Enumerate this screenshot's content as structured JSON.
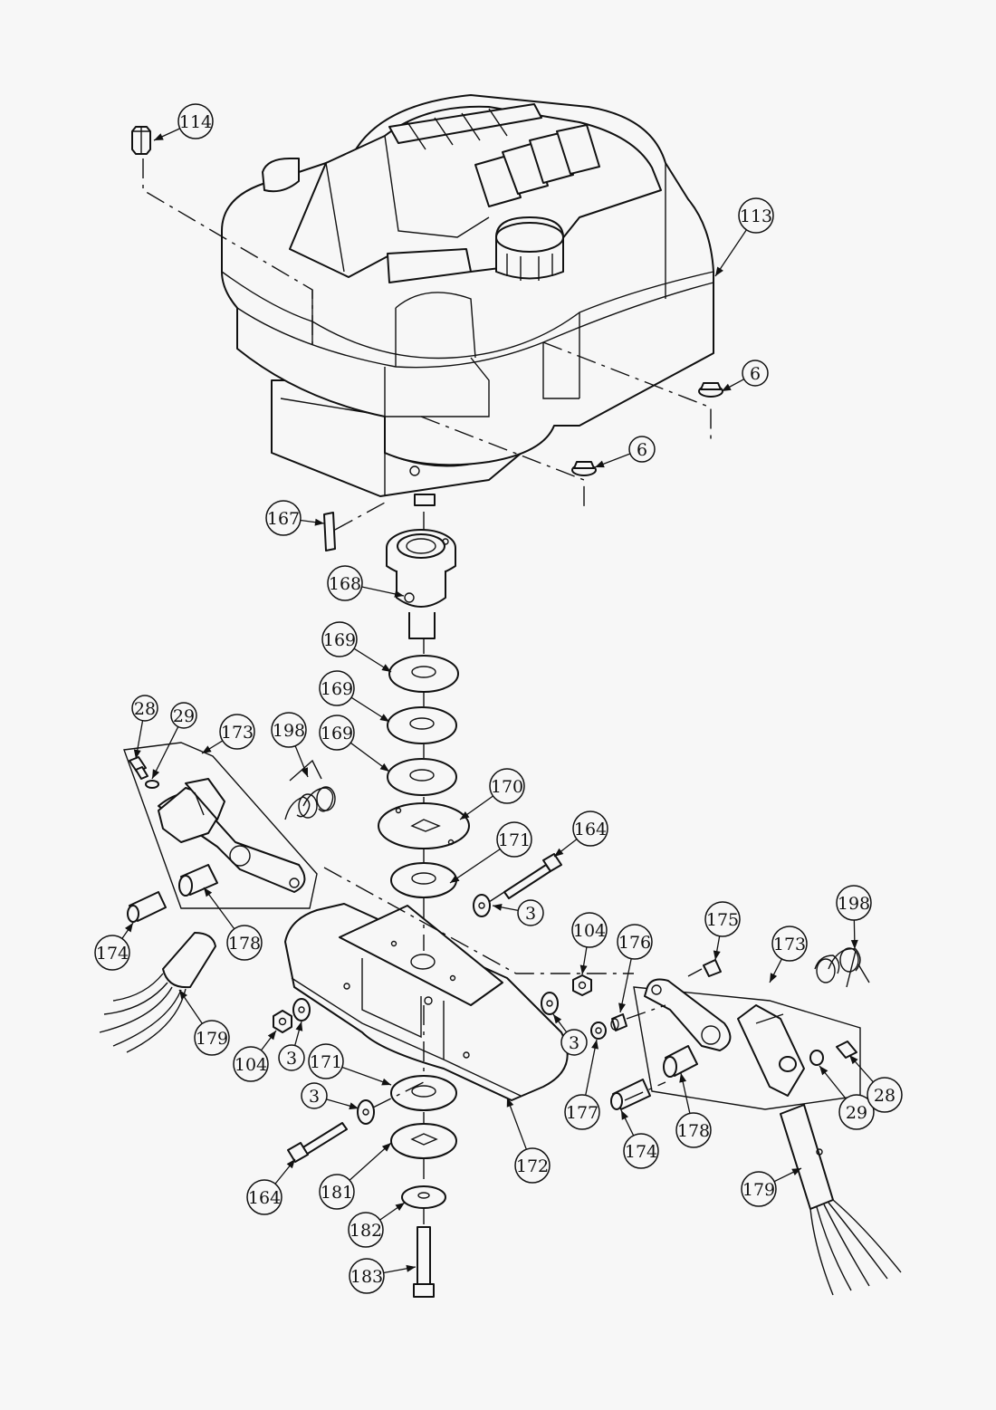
{
  "callouts": [
    {
      "id": "c114a",
      "label": "114"
    },
    {
      "id": "c113a",
      "label": "113"
    },
    {
      "id": "c6a",
      "label": "6"
    },
    {
      "id": "c6b",
      "label": "6"
    },
    {
      "id": "c167a",
      "label": "167"
    },
    {
      "id": "c168a",
      "label": "168"
    },
    {
      "id": "c169a",
      "label": "169"
    },
    {
      "id": "c169b",
      "label": "169"
    },
    {
      "id": "c169c",
      "label": "169"
    },
    {
      "id": "c170a",
      "label": "170"
    },
    {
      "id": "c171a",
      "label": "171"
    },
    {
      "id": "c164a",
      "label": "164"
    },
    {
      "id": "c3a",
      "label": "3"
    },
    {
      "id": "c28a",
      "label": "28"
    },
    {
      "id": "c29a",
      "label": "29"
    },
    {
      "id": "c173a",
      "label": "173"
    },
    {
      "id": "c198a",
      "label": "198"
    },
    {
      "id": "c174a",
      "label": "174"
    },
    {
      "id": "c178a",
      "label": "178"
    },
    {
      "id": "c179a",
      "label": "179"
    },
    {
      "id": "c104a",
      "label": "104"
    },
    {
      "id": "c3b",
      "label": "3"
    },
    {
      "id": "c171b",
      "label": "171"
    },
    {
      "id": "c3c",
      "label": "3"
    },
    {
      "id": "c164b",
      "label": "164"
    },
    {
      "id": "c181a",
      "label": "181"
    },
    {
      "id": "c182a",
      "label": "182"
    },
    {
      "id": "c183a",
      "label": "183"
    },
    {
      "id": "c172a",
      "label": "172"
    },
    {
      "id": "c104b",
      "label": "104"
    },
    {
      "id": "c3d",
      "label": "3"
    },
    {
      "id": "c176a",
      "label": "176"
    },
    {
      "id": "c177a",
      "label": "177"
    },
    {
      "id": "c175a",
      "label": "175"
    },
    {
      "id": "c173b",
      "label": "173"
    },
    {
      "id": "c198b",
      "label": "198"
    },
    {
      "id": "c174b",
      "label": "174"
    },
    {
      "id": "c178b",
      "label": "178"
    },
    {
      "id": "c29b",
      "label": "29"
    },
    {
      "id": "c28b",
      "label": "28"
    },
    {
      "id": "c179b",
      "label": "179"
    }
  ]
}
